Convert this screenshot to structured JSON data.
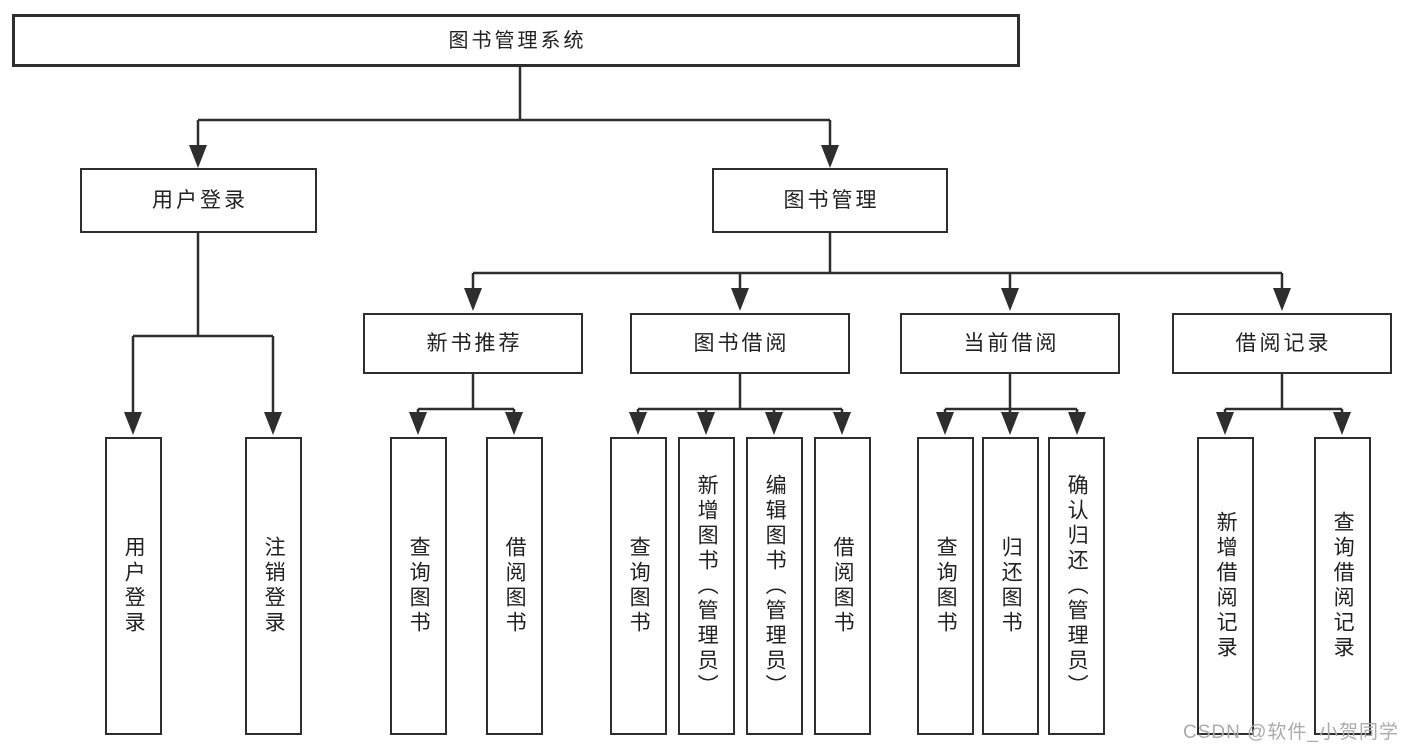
{
  "diagram": {
    "root": {
      "label": "图书管理系统"
    },
    "branches": [
      {
        "label": "用户登录",
        "children": [
          {
            "label": "用户登录"
          },
          {
            "label": "注销登录"
          }
        ]
      },
      {
        "label": "图书管理",
        "children": [
          {
            "label": "新书推荐",
            "children": [
              {
                "label": "查询图书"
              },
              {
                "label": "借阅图书"
              }
            ]
          },
          {
            "label": "图书借阅",
            "children": [
              {
                "label": "查询图书"
              },
              {
                "label": "新增图书（管理员）"
              },
              {
                "label": "编辑图书（管理员）"
              },
              {
                "label": "借阅图书"
              }
            ]
          },
          {
            "label": "当前借阅",
            "children": [
              {
                "label": "查询图书"
              },
              {
                "label": "归还图书"
              },
              {
                "label": "确认归还（管理员）"
              }
            ]
          },
          {
            "label": "借阅记录",
            "children": [
              {
                "label": "新增借阅记录"
              },
              {
                "label": "查询借阅记录"
              }
            ]
          }
        ]
      }
    ]
  },
  "watermark": {
    "text": "CSDN @软件_小贺同学"
  },
  "colors": {
    "line": "#2e2e2e",
    "box_border": "#2e2e2e",
    "text": "#212121",
    "watermark": "#ababab",
    "background": "#ffffff"
  }
}
